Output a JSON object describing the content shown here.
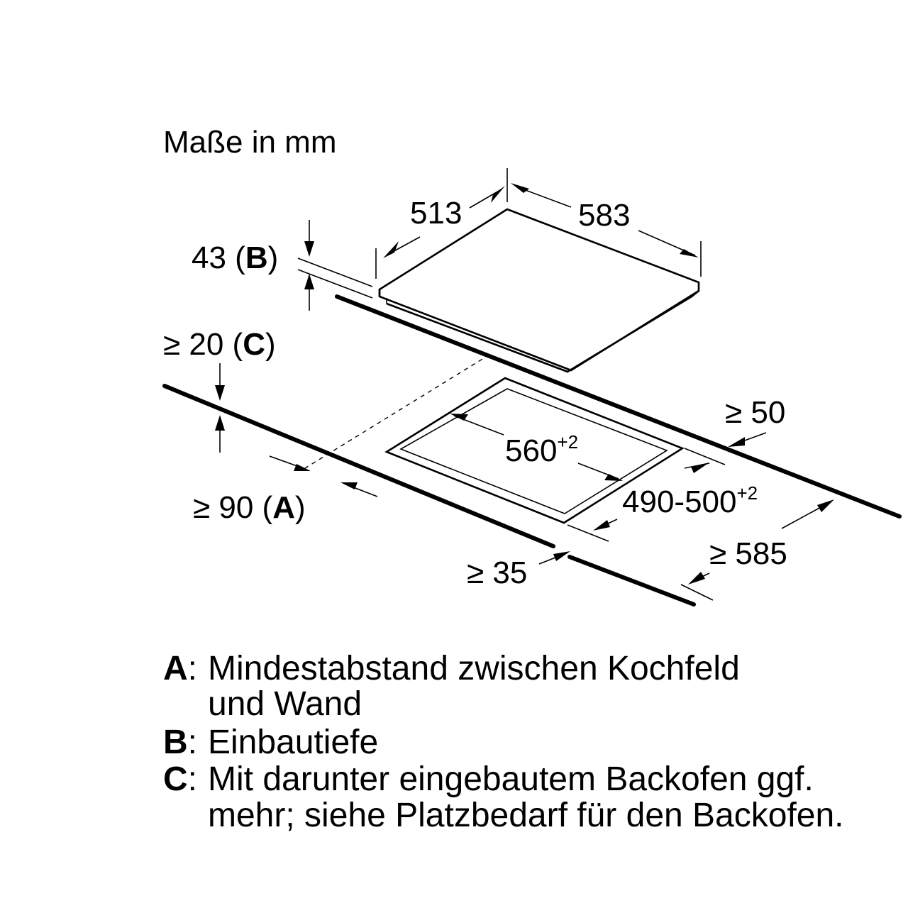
{
  "title": "Maße in mm",
  "dimensions": {
    "width_513": "513",
    "width_583": "583",
    "depth_43": "43 (",
    "depth_43_key": "B",
    "depth_43_close": ")",
    "gap_20": "≥ 20 (",
    "gap_20_key": "C",
    "gap_20_close": ")",
    "cut_560": "560",
    "cut_560_tol": "+2",
    "cut_490": "490-500",
    "cut_490_tol": "+2",
    "gap_50": "≥ 50",
    "gap_90": "≥ 90 (",
    "gap_90_key": "A",
    "gap_90_close": ")",
    "gap_35": "≥ 35",
    "gap_585": "≥ 585"
  },
  "legend": [
    {
      "key": "A",
      "sep": ":",
      "lines": [
        "Mindestabstand zwischen Kochfeld",
        "und Wand"
      ]
    },
    {
      "key": "B",
      "sep": ":",
      "lines": [
        "Einbautiefe"
      ]
    },
    {
      "key": "C",
      "sep": ":",
      "lines": [
        "Mit darunter eingebautem Backofen ggf.",
        "mehr; siehe Platzbedarf für den Backofen."
      ]
    }
  ]
}
